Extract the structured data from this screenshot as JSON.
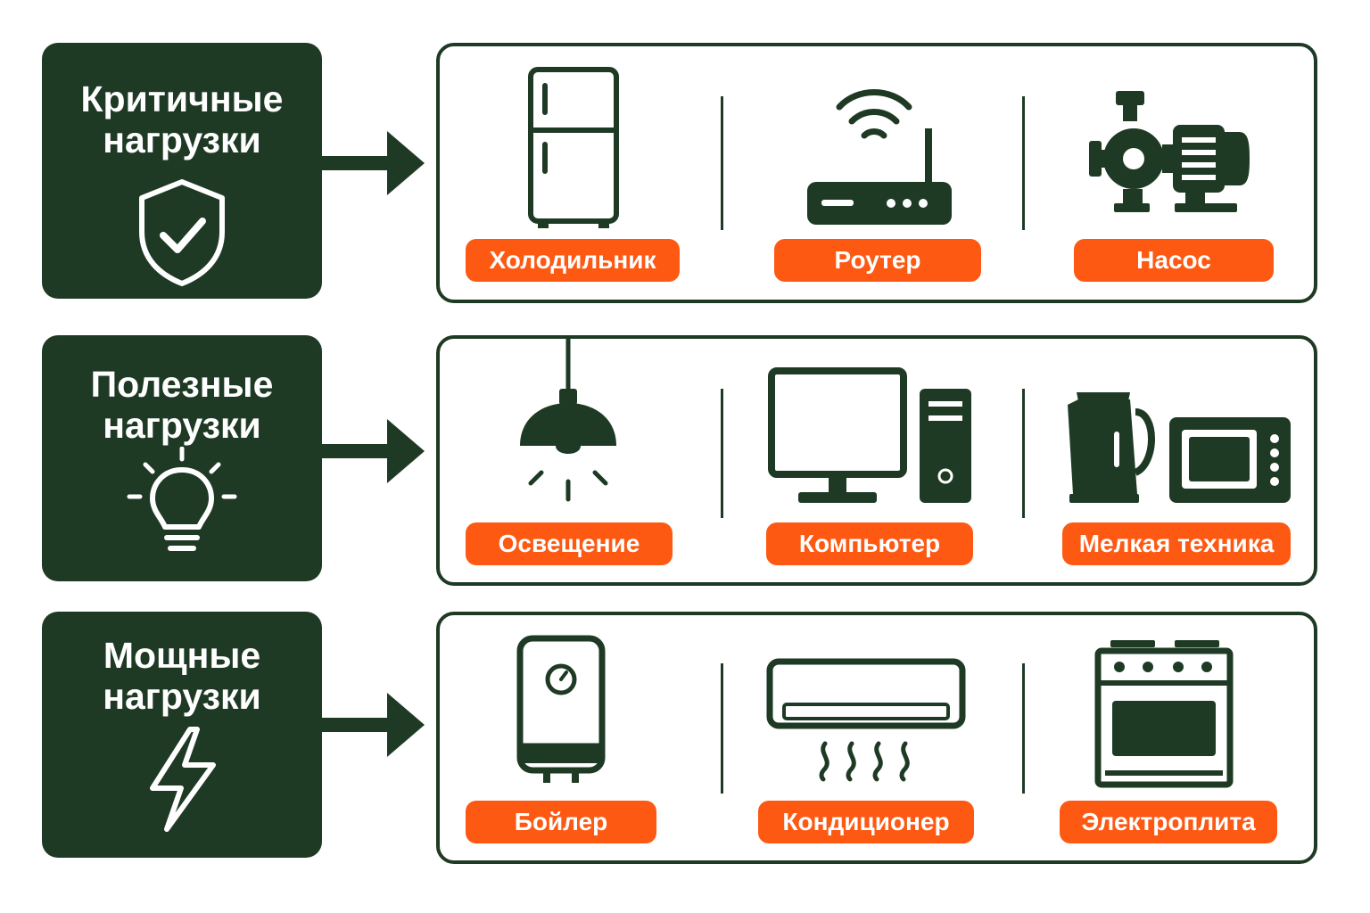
{
  "colors": {
    "dark_green": "#1e3a24",
    "orange": "#fd5913",
    "white": "#ffffff"
  },
  "rows": [
    {
      "title": "Критичные\nнагрузки",
      "icon": "shield-check-icon",
      "items": [
        {
          "label": "Холодильник",
          "icon": "refrigerator-icon"
        },
        {
          "label": "Роутер",
          "icon": "router-icon"
        },
        {
          "label": "Насос",
          "icon": "pump-icon"
        }
      ]
    },
    {
      "title": "Полезные\nнагрузки",
      "icon": "lightbulb-icon",
      "items": [
        {
          "label": "Освещение",
          "icon": "pendant-lamp-icon"
        },
        {
          "label": "Компьютер",
          "icon": "desktop-computer-icon"
        },
        {
          "label": "Мелкая техника",
          "icon": "kettle-microwave-icon"
        }
      ]
    },
    {
      "title": "Мощные\nнагрузки",
      "icon": "lightning-bolt-icon",
      "items": [
        {
          "label": "Бойлер",
          "icon": "water-heater-icon"
        },
        {
          "label": "Кондиционер",
          "icon": "air-conditioner-icon"
        },
        {
          "label": "Электроплита",
          "icon": "electric-stove-icon"
        }
      ]
    }
  ]
}
